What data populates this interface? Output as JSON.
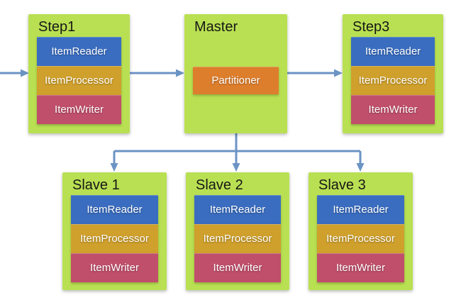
{
  "colors": {
    "node_bg": "#b9e052",
    "reader": "#3a6dc0",
    "processor": "#cfa02c",
    "writer": "#c04f6b",
    "partitioner": "#dd7e2d",
    "arrow": "#6b93c4"
  },
  "nodes": {
    "step1": {
      "title": "Step1",
      "components": [
        "ItemReader",
        "ItemProcessor",
        "ItemWriter"
      ]
    },
    "master": {
      "title": "Master",
      "components": [
        "Partitioner"
      ]
    },
    "step3": {
      "title": "Step3",
      "components": [
        "ItemReader",
        "ItemProcessor",
        "ItemWriter"
      ]
    },
    "slave1": {
      "title": "Slave 1",
      "components": [
        "ItemReader",
        "ItemProcessor",
        "ItemWriter"
      ]
    },
    "slave2": {
      "title": "Slave 2",
      "components": [
        "ItemReader",
        "ItemProcessor",
        "ItemWriter"
      ]
    },
    "slave3": {
      "title": "Slave 3",
      "components": [
        "ItemReader",
        "ItemProcessor",
        "ItemWriter"
      ]
    }
  }
}
